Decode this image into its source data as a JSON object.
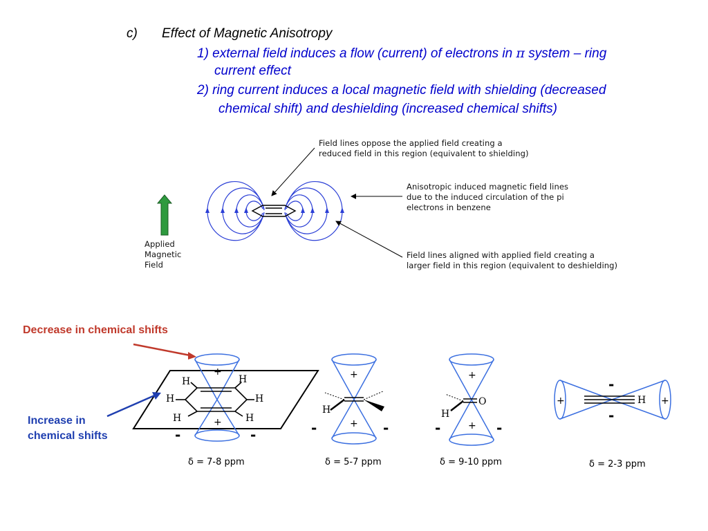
{
  "heading": {
    "marker": "c)",
    "title": "Effect of Magnetic Anisotropy"
  },
  "points": {
    "p1_a": "1) external field induces a flow (current) of electrons in",
    "p1_pi": "π",
    "p1_b": "system – ring",
    "p1_c": "current effect",
    "p2_a": "2) ring current induces a local magnetic field with shielding (decreased",
    "p2_b": "chemical shift) and deshielding (increased chemical shifts)"
  },
  "figure_top": {
    "applied_1": "Applied",
    "applied_2": "Magnetic",
    "applied_3": "Field",
    "note1_l1": "Field lines oppose the applied field creating a",
    "note1_l2": "reduced field in this region (equivalent to shielding)",
    "note2_l1": "Anisotropic induced magnetic field lines",
    "note2_l2": "due to the induced circulation of the pi",
    "note2_l3": "electrons in benzene",
    "note3_l1": "Field lines aligned with applied field creating a",
    "note3_l2": "larger field in this region (equivalent to deshielding)"
  },
  "figure_bottom": {
    "decrease_label": "Decrease in chemical shifts",
    "increase_l1": "Increase in",
    "increase_l2": "chemical shifts",
    "plus": "+",
    "minus": "-",
    "H": "H",
    "O": "O",
    "shift_benzene": "δ = 7-8 ppm",
    "shift_alkene": "δ = 5-7 ppm",
    "shift_aldehyde": "δ = 9-10 ppm",
    "shift_alkyne": "δ = 2-3 ppm"
  },
  "colors": {
    "text_black": "#000000",
    "text_blue": "#0000cc",
    "field_lines": "#2b3fd6",
    "cone": "#3b6fe0",
    "arrow_green": "#2e9a3e",
    "label_red": "#c0392b",
    "label_blue": "#1f3fb0"
  }
}
